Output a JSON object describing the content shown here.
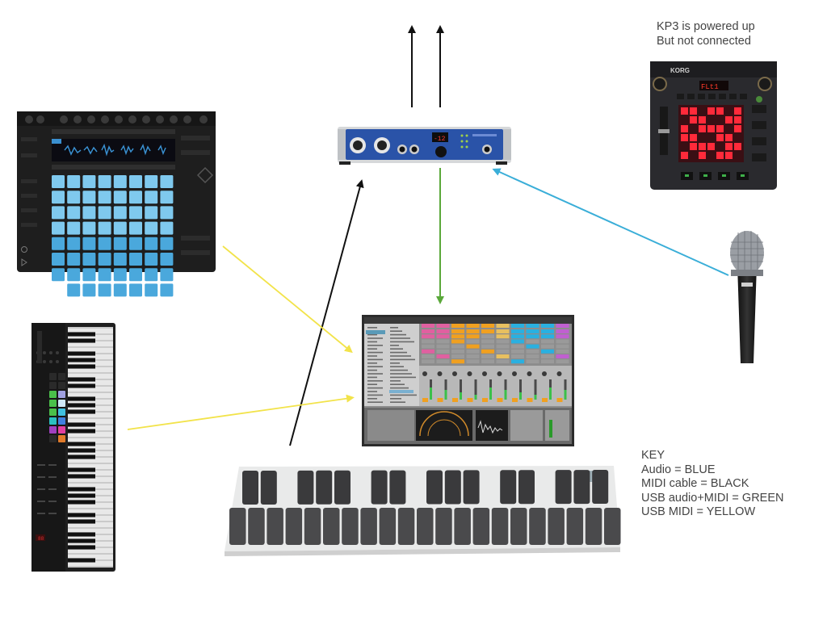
{
  "kp3_note": {
    "line1": "KP3 is powered up",
    "line2": "But not connected"
  },
  "key": {
    "title": "KEY",
    "items": [
      "Audio = BLUE",
      "MIDI cable = BLACK",
      "USB audio+MIDI = GREEN",
      "USB MIDI = YELLOW"
    ]
  },
  "kp3_brand": "KORG",
  "kp3_display": "FLt1",
  "colors": {
    "audio": "#3aaed8",
    "midi_cable": "#111111",
    "usb_audio_midi": "#5aa83a",
    "usb_midi": "#f2e34a"
  }
}
